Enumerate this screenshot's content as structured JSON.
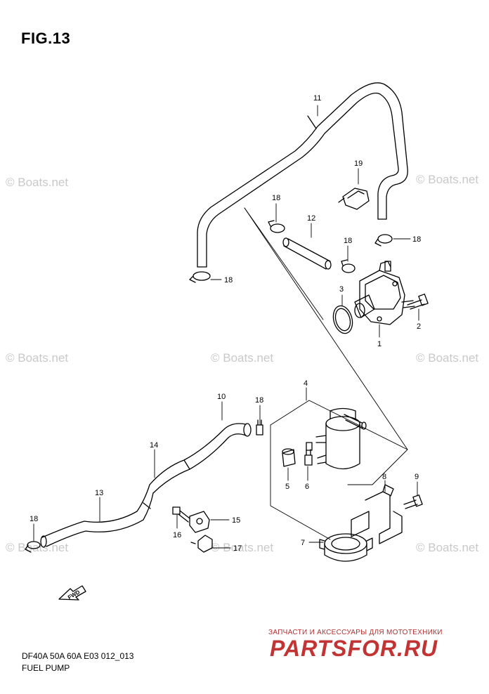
{
  "figure": {
    "title": "FIG.13",
    "model_line": "DF40A 50A 60A E03 012_013",
    "section_name": "FUEL PUMP"
  },
  "watermarks": {
    "text": "© Boats.net"
  },
  "branding": {
    "tagline": "ЗАПЧАСТИ И АКСЕССУАРЫ ДЛЯ МОТОТЕХНИКИ",
    "site": "PARTSFOR.RU"
  },
  "fwd_arrow_label": "FWD",
  "callouts": {
    "p1": "1",
    "p2": "2",
    "p3": "3",
    "p4": "4",
    "p5": "5",
    "p6": "6",
    "p7": "7",
    "p8": "8",
    "p9": "9",
    "p10": "10",
    "p11": "11",
    "p12": "12",
    "p13": "13",
    "p14": "14",
    "p15": "15",
    "p16": "16",
    "p17": "17",
    "p18": "18",
    "p19": "19"
  }
}
